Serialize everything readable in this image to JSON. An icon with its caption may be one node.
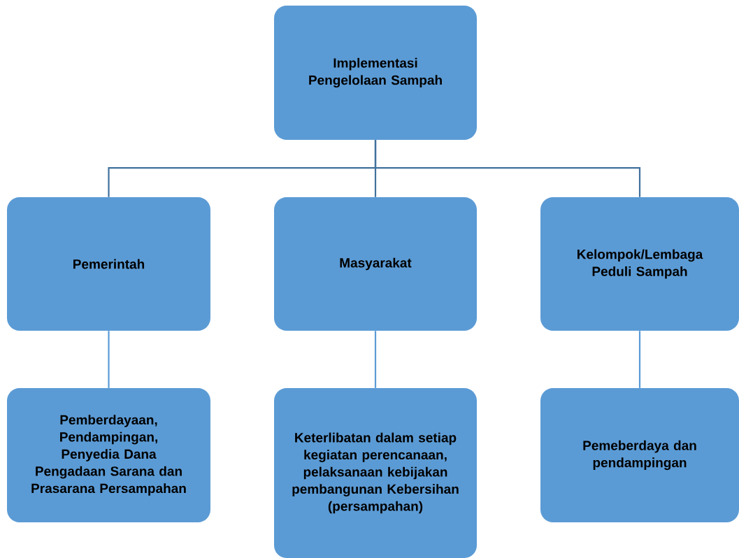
{
  "diagram": {
    "nodes": [
      {
        "text": [
          "Implementasi Pengelolaan Sampah"
        ]
      },
      {
        "text": [
          "Pemerintah"
        ]
      },
      {
        "text": [
          "Masyarakat"
        ]
      },
      {
        "text": [
          "Kelompok/Lembaga Peduli Sampah"
        ]
      },
      {
        "text": [
          "Pemberdayaan, Pendampingan, Penyedia Dana Pengadaan Sarana dan Prasarana Persampahan"
        ]
      },
      {
        "text": [
          "Keterlibatan dalam setiap kegiatan perencanaan, pelaksanaan kebijakan pembangunan Kebersihan (persampahan)"
        ]
      },
      {
        "text": [
          "Pemeberdaya dan pendampingan"
        ]
      }
    ],
    "edges": [
      {
        "from": 0,
        "to": 1,
        "arrow": "none",
        "color": "#41719c"
      },
      {
        "from": 0,
        "to": 2,
        "arrow": "none",
        "color": "#41719c"
      },
      {
        "from": 0,
        "to": 3,
        "arrow": "none",
        "color": "#41719c"
      },
      {
        "from": 1,
        "to": 4,
        "arrow": "none"
      },
      {
        "from": 2,
        "to": 5,
        "arrow": "none"
      },
      {
        "from": 3,
        "to": 6,
        "arrow": "none"
      }
    ]
  }
}
